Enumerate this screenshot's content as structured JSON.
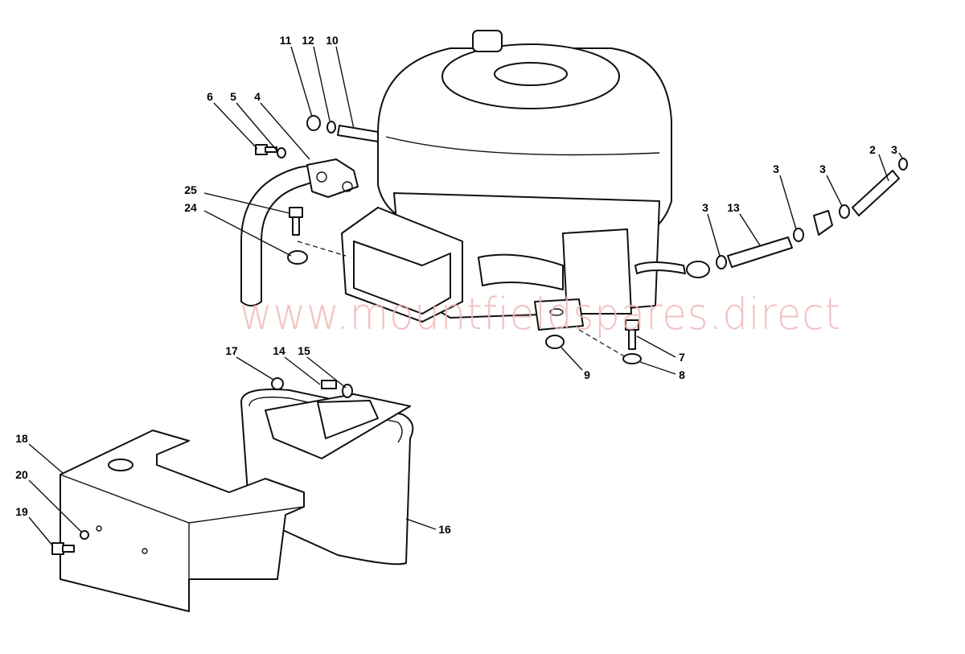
{
  "watermark": "www.mountfieldspares.direct",
  "callouts": [
    {
      "id": "11",
      "text": "11"
    },
    {
      "id": "12",
      "text": "12"
    },
    {
      "id": "10",
      "text": "10"
    },
    {
      "id": "6",
      "text": "6"
    },
    {
      "id": "5",
      "text": "5"
    },
    {
      "id": "4",
      "text": "4"
    },
    {
      "id": "25",
      "text": "25"
    },
    {
      "id": "24",
      "text": "24"
    },
    {
      "id": "2",
      "text": "2"
    },
    {
      "id": "3a",
      "text": "3"
    },
    {
      "id": "3b",
      "text": "3"
    },
    {
      "id": "3c",
      "text": "3"
    },
    {
      "id": "3d",
      "text": "3"
    },
    {
      "id": "13",
      "text": "13"
    },
    {
      "id": "7",
      "text": "7"
    },
    {
      "id": "9",
      "text": "9"
    },
    {
      "id": "8",
      "text": "8"
    },
    {
      "id": "17",
      "text": "17"
    },
    {
      "id": "14",
      "text": "14"
    },
    {
      "id": "15",
      "text": "15"
    },
    {
      "id": "18",
      "text": "18"
    },
    {
      "id": "20",
      "text": "20"
    },
    {
      "id": "19",
      "text": "19"
    },
    {
      "id": "16",
      "text": "16"
    }
  ]
}
